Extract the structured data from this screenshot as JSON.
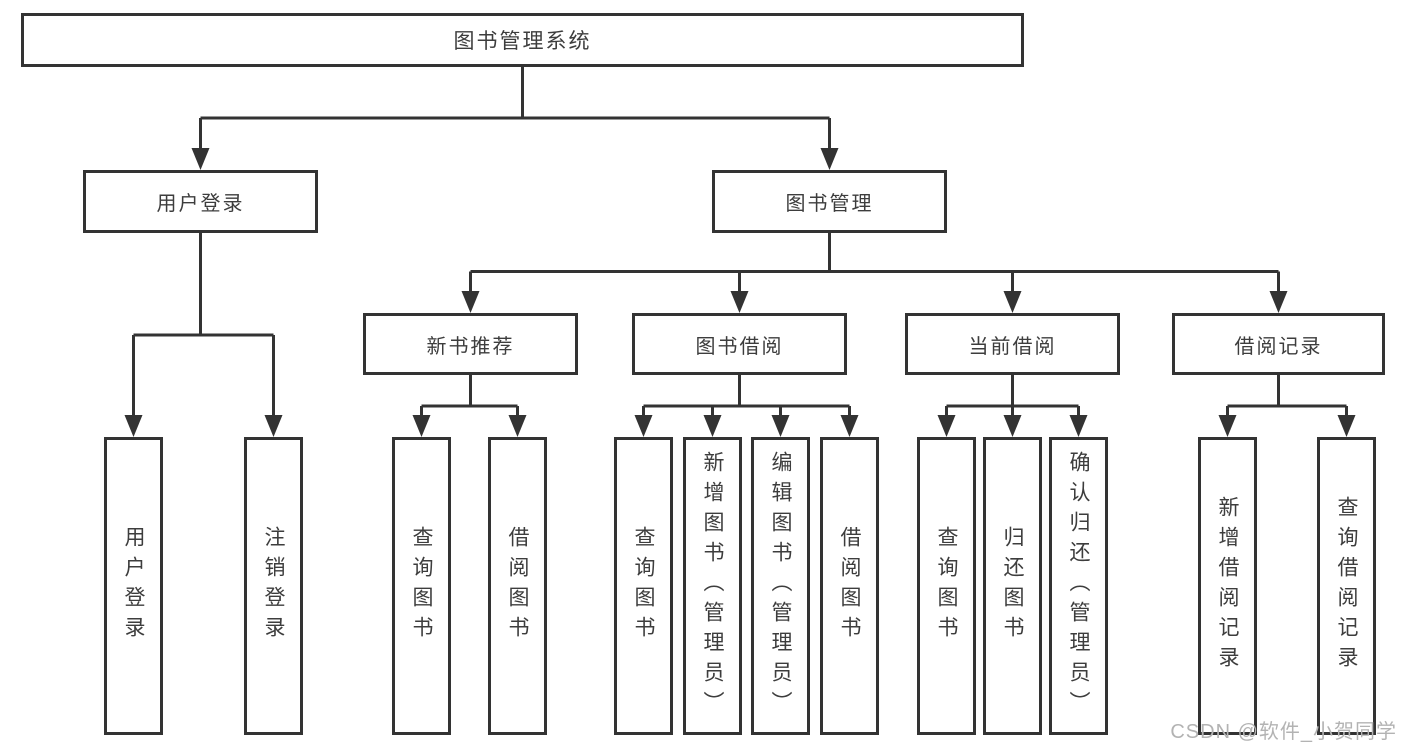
{
  "tree": {
    "root": {
      "label": "图书管理系统",
      "children": [
        {
          "label": "用户登录",
          "children": [
            {
              "label": "用户登录"
            },
            {
              "label": "注销登录"
            }
          ]
        },
        {
          "label": "图书管理",
          "children": [
            {
              "label": "新书推荐",
              "children": [
                {
                  "label": "查询图书"
                },
                {
                  "label": "借阅图书"
                }
              ]
            },
            {
              "label": "图书借阅",
              "children": [
                {
                  "label": "查询图书"
                },
                {
                  "label": "新增图书（管理员）"
                },
                {
                  "label": "编辑图书（管理员）"
                },
                {
                  "label": "借阅图书"
                }
              ]
            },
            {
              "label": "当前借阅",
              "children": [
                {
                  "label": "查询图书"
                },
                {
                  "label": "归还图书"
                },
                {
                  "label": "确认归还（管理员）"
                }
              ]
            },
            {
              "label": "借阅记录",
              "children": [
                {
                  "label": "新增借阅记录"
                },
                {
                  "label": "查询借阅记录"
                }
              ]
            }
          ]
        }
      ]
    }
  },
  "watermark": {
    "text": "CSDN @软件_小贺同学"
  },
  "colors": {
    "line": "#333333",
    "text": "#3d3d3d",
    "watermark": "#b3b3b3",
    "background": "#ffffff"
  }
}
